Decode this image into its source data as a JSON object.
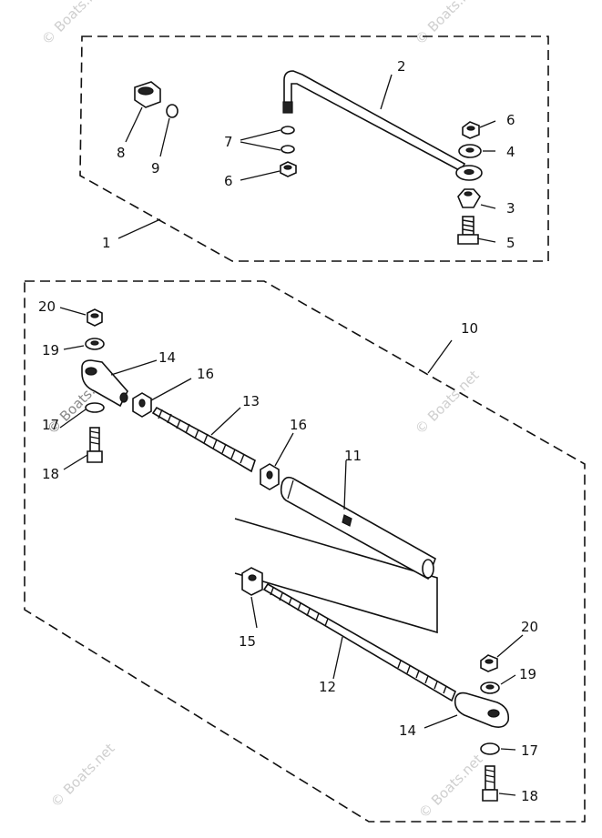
{
  "diagram": {
    "labels": [
      {
        "id": "l1",
        "text": "1"
      },
      {
        "id": "l2",
        "text": "2"
      },
      {
        "id": "l3",
        "text": "3"
      },
      {
        "id": "l4",
        "text": "4"
      },
      {
        "id": "l5",
        "text": "5"
      },
      {
        "id": "l6a",
        "text": "6"
      },
      {
        "id": "l6b",
        "text": "6"
      },
      {
        "id": "l7",
        "text": "7"
      },
      {
        "id": "l8",
        "text": "8"
      },
      {
        "id": "l9",
        "text": "9"
      },
      {
        "id": "l10",
        "text": "10"
      },
      {
        "id": "l11",
        "text": "11"
      },
      {
        "id": "l12",
        "text": "12"
      },
      {
        "id": "l13",
        "text": "13"
      },
      {
        "id": "l14a",
        "text": "14"
      },
      {
        "id": "l14b",
        "text": "14"
      },
      {
        "id": "l15",
        "text": "15"
      },
      {
        "id": "l16a",
        "text": "16"
      },
      {
        "id": "l16b",
        "text": "16"
      },
      {
        "id": "l17a",
        "text": "17"
      },
      {
        "id": "l17b",
        "text": "17"
      },
      {
        "id": "l18a",
        "text": "18"
      },
      {
        "id": "l18b",
        "text": "18"
      },
      {
        "id": "l19a",
        "text": "19"
      },
      {
        "id": "l19b",
        "text": "19"
      },
      {
        "id": "l20a",
        "text": "20"
      },
      {
        "id": "l20b",
        "text": "20"
      }
    ],
    "watermark": "© Boats.net"
  }
}
